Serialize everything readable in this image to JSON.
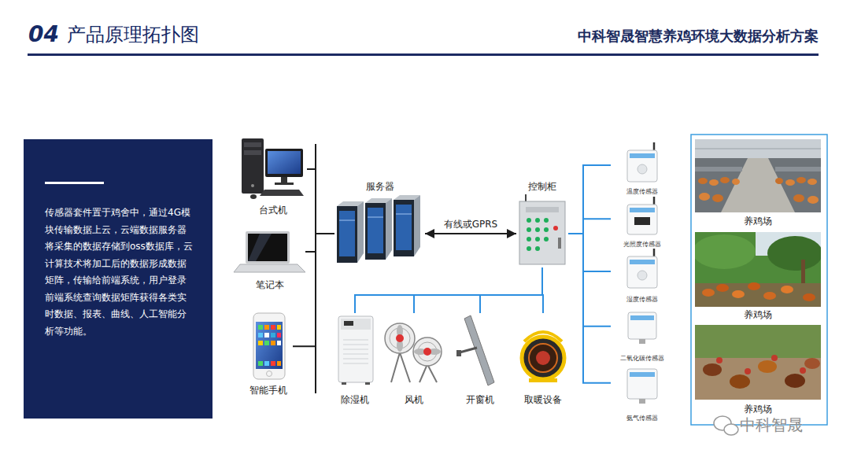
{
  "diagram": {
    "title": "产品原理拓扑图",
    "nodes": [
      {
        "text": [
          "传感器套件置于鸡舍中，通过4G模块传输数据上云，云端数据服务器将采集的数据存储到oss数据库，云计算技术将加工后的数据形成数据矩阵，传输给前端系统，用户登录前端系统查询数据矩阵获得各类实时数据、报表、曲线、人工智能分析等功能。"
        ]
      },
      {
        "text": [
          "台式机"
        ]
      },
      {
        "text": [
          "笔记本"
        ]
      },
      {
        "text": [
          "智能手机"
        ]
      },
      {
        "text": [
          "服务器"
        ]
      },
      {
        "text": [
          "控制柜"
        ]
      },
      {
        "text": [
          "除湿机"
        ]
      },
      {
        "text": [
          "风机"
        ]
      },
      {
        "text": [
          "开窗机"
        ]
      },
      {
        "text": [
          "取暖设备"
        ]
      },
      {
        "text": [
          "温度传感器"
        ]
      },
      {
        "text": [
          "光照度传感器"
        ]
      },
      {
        "text": [
          "湿度传感器"
        ]
      },
      {
        "text": [
          "二氧化碳传感器"
        ]
      },
      {
        "text": [
          "氨气传感器"
        ]
      },
      {
        "text": [
          "养鸡场"
        ]
      },
      {
        "text": [
          "养鸡场"
        ]
      },
      {
        "text": [
          "养鸡场"
        ]
      }
    ],
    "edges": [
      {
        "from": 1,
        "to": 4,
        "arrow": "none"
      },
      {
        "from": 2,
        "to": 4,
        "arrow": "none"
      },
      {
        "from": 3,
        "to": 4,
        "arrow": "none"
      },
      {
        "from": 4,
        "to": 5,
        "label": "有线或GPRS",
        "arrow": "both"
      },
      {
        "from": 5,
        "to": 6,
        "arrow": "none"
      },
      {
        "from": 5,
        "to": 7,
        "arrow": "none"
      },
      {
        "from": 5,
        "to": 8,
        "arrow": "none"
      },
      {
        "from": 5,
        "to": 9,
        "arrow": "none"
      },
      {
        "from": 5,
        "to": 10,
        "arrow": "none"
      },
      {
        "from": 5,
        "to": 11,
        "arrow": "none"
      },
      {
        "from": 5,
        "to": 12,
        "arrow": "none"
      },
      {
        "from": 5,
        "to": 13,
        "arrow": "none"
      },
      {
        "from": 5,
        "to": 14,
        "arrow": "none"
      }
    ],
    "labels": [
      "04",
      "中科智晟智慧养鸡环境大数据分析方案",
      "中科智晟"
    ]
  }
}
